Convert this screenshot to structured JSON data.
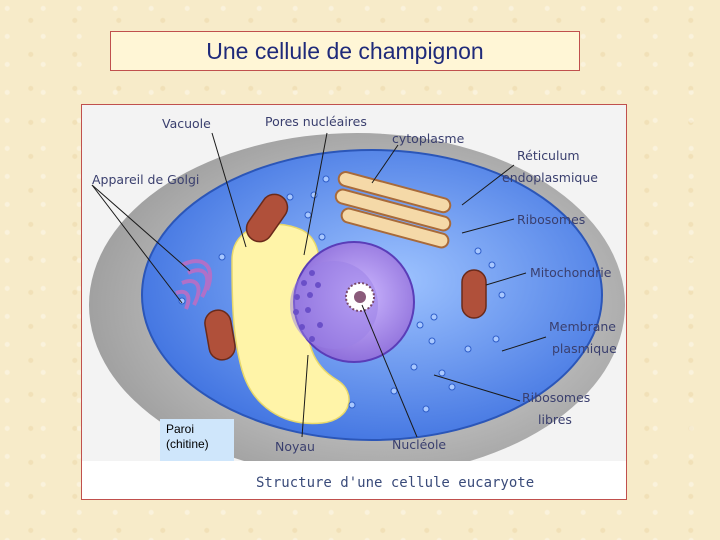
{
  "title": "Une cellule de champignon",
  "labels": {
    "vacuole": "Vacuole",
    "pores": "Pores nucléaires",
    "cytoplasme": "cytoplasme",
    "golgi": "Appareil de Golgi",
    "reticulum_1": "Réticulum",
    "reticulum_2": "endoplasmique",
    "ribosomes": "Ribosomes",
    "mitochondrie": "Mitochondrie",
    "membrane_1": "Membrane",
    "membrane_2": "plasmique",
    "ribosomes_libres_1": "Ribosomes",
    "ribosomes_libres_2": "libres",
    "noyau": "Noyau",
    "nucleole": "Nucléole",
    "paroi_1": "Paroi",
    "paroi_2": "(chitine)"
  },
  "caption": "Structure d'une cellule eucaryote",
  "colors": {
    "title_text": "#1f2a7a",
    "frame_border": "#c0504d",
    "cytoplasm": "#5b8ff0",
    "vacuole": "#fff4a8",
    "nucleus": "#a889ea",
    "mitochondria": "#b0503a",
    "paroi_box": "#cfe6fb"
  }
}
